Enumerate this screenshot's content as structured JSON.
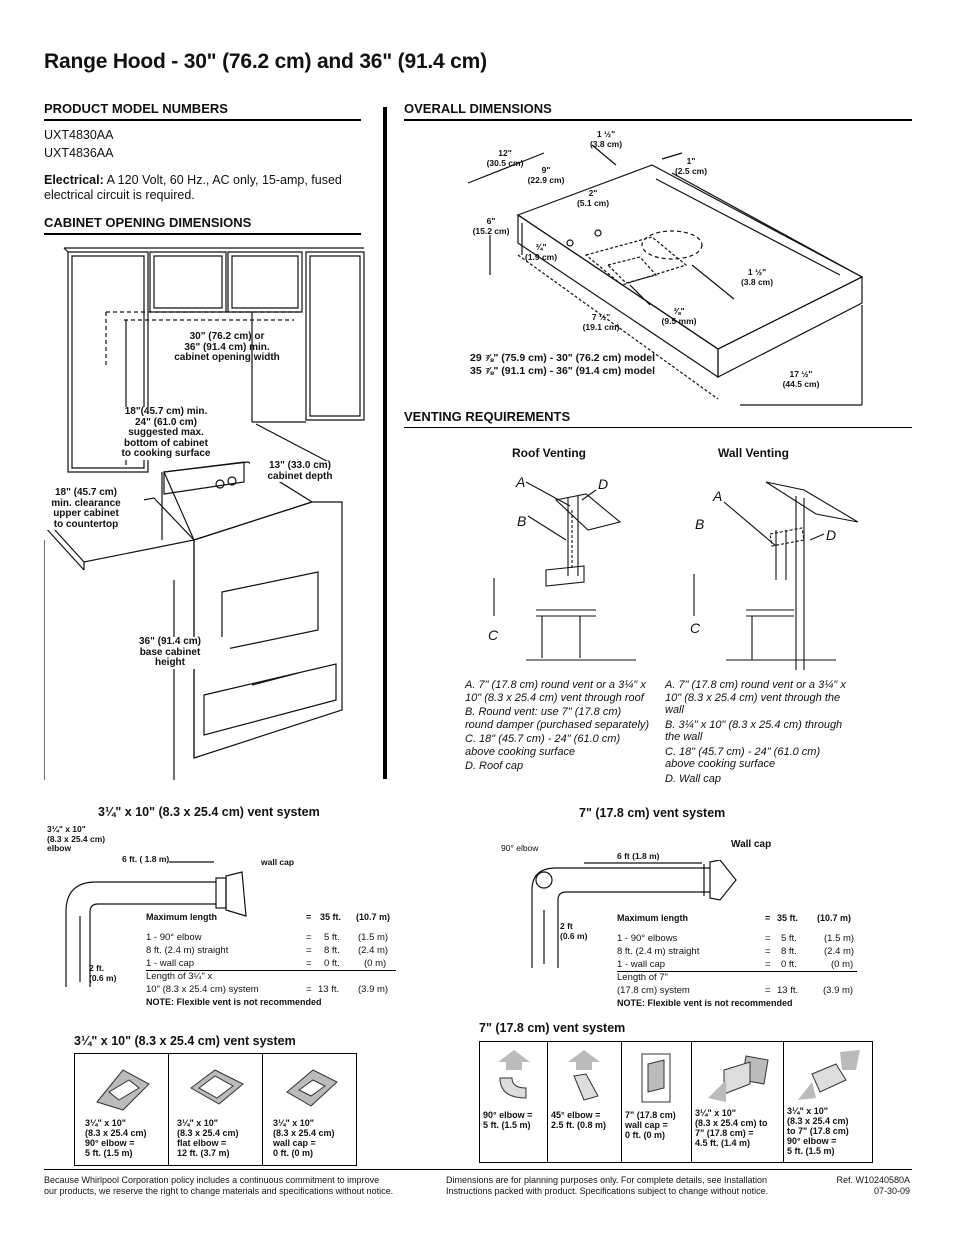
{
  "title": "Range Hood - 30\" (76.2 cm) and 36\" (91.4 cm)",
  "product_models": {
    "heading": "PRODUCT MODEL NUMBERS",
    "models": [
      "UXT4830AA",
      "UXT4836AA"
    ],
    "electrical_label": "Electrical:",
    "electrical_text": "A 120 Volt, 60 Hz., AC only, 15-amp, fused electrical circuit is required."
  },
  "cabinet_opening": {
    "heading": "CABINET OPENING DIMENSIONS",
    "labels": {
      "width": [
        "30\" (76.2 cm) or",
        "36\" (91.4 cm) min.",
        "cabinet opening width"
      ],
      "bottom": [
        "18\"(45.7 cm) min.",
        "24\" (61.0 cm)",
        "suggested max.",
        "bottom of cabinet",
        "to cooking surface"
      ],
      "clearance": [
        "18\" (45.7 cm)",
        "min. clearance",
        "upper cabinet",
        "to countertop"
      ],
      "depth": [
        "13\" (33.0 cm)",
        "cabinet depth"
      ],
      "base": [
        "36\" (91.4 cm)",
        "base cabinet",
        "height"
      ]
    }
  },
  "overall_dimensions": {
    "heading": "OVERALL DIMENSIONS",
    "labels": {
      "d_1_5_top": [
        "1 ½\"",
        "(3.8 cm)"
      ],
      "d_12": [
        "12\"",
        "(30.5 cm)"
      ],
      "d_9": [
        "9\"",
        "(22.9 cm)"
      ],
      "d_1": [
        "1\"",
        "(2.5 cm)"
      ],
      "d_2": [
        "2\"",
        "(5.1 cm)"
      ],
      "d_6": [
        "6\"",
        "(15.2 cm)"
      ],
      "d_3_4": [
        "¾\"",
        "(1.9 cm)"
      ],
      "d_1_5_right": [
        "1 ½\"",
        "(3.8 cm)"
      ],
      "d_7_5": [
        "7 ½\"",
        "(19.1 cm)"
      ],
      "d_3_8": [
        "⅜\"",
        "(9.5 mm)"
      ],
      "d_17_5": [
        "17 ½\"",
        "(44.5 cm)"
      ],
      "width_lines": [
        "29 ⅞\" (75.9 cm) - 30\" (76.2 cm) model",
        "35 ⅞\" (91.1 cm) - 36\" (91.4 cm) model"
      ]
    }
  },
  "venting": {
    "heading": "VENTING REQUIREMENTS",
    "roof": {
      "title": "Roof Venting",
      "letters": [
        "A",
        "B",
        "C",
        "D"
      ],
      "notes": [
        "A. 7\" (17.8 cm) round vent or a 3¼\" x 10\" (8.3 x 25.4 cm) vent through roof",
        "B. Round vent: use 7\" (17.8 cm) round damper (purchased separately)",
        "C. 18\" (45.7 cm) - 24\" (61.0 cm) above cooking surface",
        "D. Roof cap"
      ]
    },
    "wall": {
      "title": "Wall Venting",
      "letters": [
        "A",
        "B",
        "C",
        "D"
      ],
      "notes": [
        "A. 7\" (17.8 cm) round vent or a 3¼\" x 10\" (8.3 x 25.4 cm) vent through the wall",
        "B. 3¼\" x 10\" (8.3 x 25.4 cm) through the wall",
        "C. 18\" (45.7 cm) - 24\" (61.0 cm) above cooking surface",
        "D. Wall cap"
      ]
    }
  },
  "rect_system": {
    "heading": "3¼\" x 10\" (8.3 x 25.4 cm) vent system",
    "elbow_label": [
      "3¼\" x 10\"",
      "(8.3 x 25.4 cm)",
      "elbow"
    ],
    "length_label": "6 ft. ( 1.8 m)",
    "cap_label": "wall cap",
    "rise_label": [
      "2 ft.",
      "(0.6 m)"
    ],
    "max_label": "Maximum length",
    "max_eq": "=",
    "max_ft": "35 ft.",
    "max_m": "(10.7 m)",
    "rows": [
      {
        "item": "1 - 90° elbow",
        "eq": "=",
        "ft": "5 ft.",
        "m": "(1.5 m)"
      },
      {
        "item": "8 ft. (2.4 m) straight",
        "eq": "=",
        "ft": "8 ft.",
        "m": "(2.4 m)"
      },
      {
        "item": "1 - wall cap",
        "eq": "=",
        "ft": "0 ft.",
        "m": "(0 m)"
      }
    ],
    "total_line1": "Length of 3¼\" x",
    "total_item": "10\" (8.3 x 25.4 cm) system",
    "total_eq": "=",
    "total_ft": "13 ft.",
    "total_m": "(3.9 m)",
    "note": "NOTE: Flexible vent is not recommended"
  },
  "round_system": {
    "heading": "7\" (17.8 cm) vent system",
    "elbow_label": "90° elbow",
    "length_label": "6 ft (1.8 m)",
    "cap_label": "Wall cap",
    "rise_label": [
      "2 ft",
      "(0.6 m)"
    ],
    "max_label": "Maximum length",
    "max_eq": "=",
    "max_ft": "35 ft.",
    "max_m": "(10.7 m)",
    "rows": [
      {
        "item": "1 - 90° elbows",
        "eq": "=",
        "ft": "5 ft.",
        "m": "(1.5 m)"
      },
      {
        "item": "8 ft. (2.4 m) straight",
        "eq": "=",
        "ft": "8 ft.",
        "m": "(2.4 m)"
      },
      {
        "item": "1 - wall cap",
        "eq": "=",
        "ft": "0 ft.",
        "m": "(0 m)"
      }
    ],
    "total_line1": "Length of 7\"",
    "total_item": "(17.8 cm) system",
    "total_eq": "=",
    "total_ft": "13 ft.",
    "total_m": "(3.9 m)",
    "note": "NOTE: Flexible vent is not recommended"
  },
  "rect_fittings": {
    "heading": "3¼\" x 10\" (8.3 x 25.4 cm) vent system",
    "cells": [
      [
        "3¼\" x 10\"",
        "(8.3 x 25.4 cm)",
        "90° elbow =",
        "5 ft. (1.5 m)"
      ],
      [
        "3¼\" x 10\"",
        "(8.3 x 25.4 cm)",
        "flat elbow =",
        "12 ft. (3.7 m)"
      ],
      [
        "3¼\" x 10\"",
        "(8.3 x 25.4 cm)",
        "wall cap =",
        " 0 ft. (0 m)"
      ]
    ]
  },
  "round_fittings": {
    "heading": "7\" (17.8 cm) vent system",
    "cells": [
      [
        "90° elbow =",
        "5 ft. (1.5 m)"
      ],
      [
        "45° elbow =",
        "2.5 ft. (0.8 m)"
      ],
      [
        "7\" (17.8 cm)",
        "wall cap =",
        "0 ft. (0 m)"
      ],
      [
        "3¼\" x 10\"",
        "(8.3 x 25.4 cm) to",
        "7\" (17.8 cm) =",
        "4.5 ft. (1.4 m)"
      ],
      [
        "3¼\" x 10\"",
        "(8.3 x 25.4 cm)",
        "to 7\" (17.8 cm)",
        "90° elbow =",
        "5 ft. (1.5 m)"
      ]
    ]
  },
  "footer": {
    "left": [
      "Because Whirlpool Corporation policy includes a continuous commitment to improve",
      "our products, we reserve the right to change materials and specifications without notice."
    ],
    "middle": [
      "Dimensions are for planning purposes only.  For complete details, see Installation",
      "Instructions packed with product.  Specifications subject to change without notice."
    ],
    "right": [
      "Ref. W10240580A",
      "07-30-09"
    ]
  }
}
